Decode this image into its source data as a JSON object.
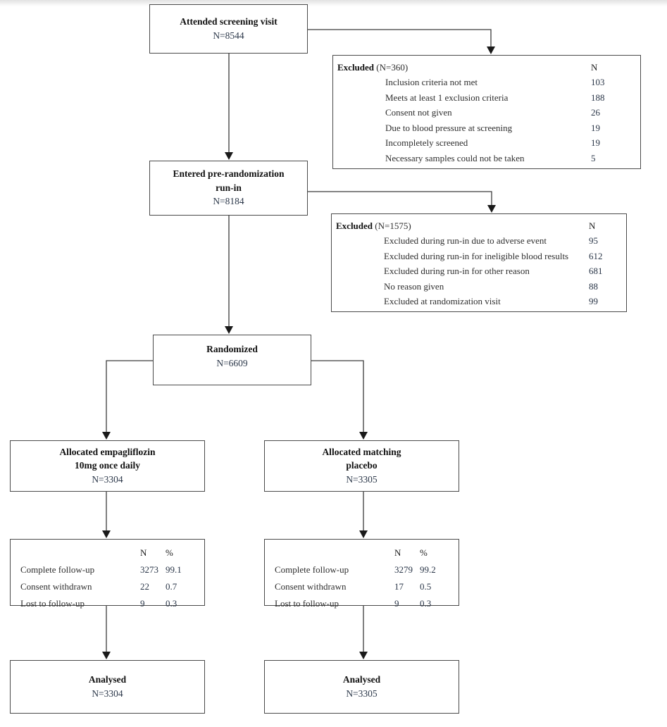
{
  "diagram_title": "Trial participant flow (CONSORT-style)",
  "colors": {
    "box_border": "#4a4a4a",
    "connector": "#3b3b3b",
    "title_text": "#111111",
    "body_text": "#2e2e2e",
    "number_text": "#2a3648",
    "background": "#ffffff"
  },
  "flow": {
    "screening": {
      "title": "Attended screening visit",
      "n": "N=8544"
    },
    "excluded1": {
      "title_bold": "Excluded",
      "title_rest": "(N=360)",
      "col_header": "N",
      "rows": [
        {
          "label": "Inclusion criteria not met",
          "value": "103"
        },
        {
          "label": "Meets at least 1 exclusion criteria",
          "value": "188"
        },
        {
          "label": "Consent not given",
          "value": "26"
        },
        {
          "label": "Due to blood pressure at screening",
          "value": "19"
        },
        {
          "label": "Incompletely screened",
          "value": "19"
        },
        {
          "label": "Necessary samples could not be taken",
          "value": "5"
        }
      ]
    },
    "runin": {
      "title_line1": "Entered pre-randomization",
      "title_line2": "run-in",
      "n": "N=8184"
    },
    "excluded2": {
      "title_bold": "Excluded",
      "title_rest": "(N=1575)",
      "col_header": "N",
      "rows": [
        {
          "label": "Excluded during run-in due to adverse event",
          "value": "95"
        },
        {
          "label": "Excluded during run-in for ineligible blood results",
          "value": "612"
        },
        {
          "label": "Excluded during run-in for other reason",
          "value": "681"
        },
        {
          "label": "No reason given",
          "value": "88"
        },
        {
          "label": "Excluded at randomization visit",
          "value": "99"
        }
      ]
    },
    "randomized": {
      "title": "Randomized",
      "n": "N=6609"
    },
    "arm_empagliflozin": {
      "allocated": {
        "title_line1": "Allocated empagliflozin",
        "title_line2": "10mg once daily",
        "n": "N=3304"
      },
      "followup": {
        "col_n": "N",
        "col_pct": "%",
        "rows": [
          {
            "label": "Complete follow-up",
            "n": "3273",
            "pct": "99.1"
          },
          {
            "label": "Consent withdrawn",
            "n": "22",
            "pct": "0.7"
          },
          {
            "label": "Lost to follow-up",
            "n": "9",
            "pct": "0.3"
          }
        ]
      },
      "analysed": {
        "title": "Analysed",
        "n": "N=3304"
      }
    },
    "arm_placebo": {
      "allocated": {
        "title_line1": "Allocated matching",
        "title_line2": "placebo",
        "n": "N=3305"
      },
      "followup": {
        "col_n": "N",
        "col_pct": "%",
        "rows": [
          {
            "label": "Complete follow-up",
            "n": "3279",
            "pct": "99.2"
          },
          {
            "label": "Consent withdrawn",
            "n": "17",
            "pct": "0.5"
          },
          {
            "label": "Lost to follow-up",
            "n": "9",
            "pct": "0.3"
          }
        ]
      },
      "analysed": {
        "title": "Analysed",
        "n": "N=3305"
      }
    }
  }
}
